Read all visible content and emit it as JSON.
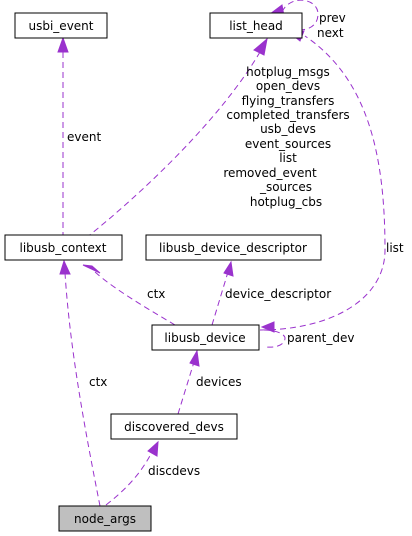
{
  "nodes": {
    "usbi_event": "usbi_event",
    "list_head": "list_head",
    "libusb_context": "libusb_context",
    "libusb_device_descriptor": "libusb_device_descriptor",
    "libusb_device": "libusb_device",
    "discovered_devs": "discovered_devs",
    "node_args": "node_args"
  },
  "edges": {
    "prev_next": [
      "prev",
      "next"
    ],
    "context_to_list_head": [
      "hotplug_msgs",
      "open_devs",
      "flying_transfers",
      "completed_transfers",
      "usb_devs",
      "event_sources",
      "list",
      "removed_event",
      "_sources",
      "hotplug_cbs"
    ],
    "event": "event",
    "device_to_list_head": "list",
    "ctx_device": "ctx",
    "device_descriptor": "device_descriptor",
    "parent_dev": "parent_dev",
    "devices": "devices",
    "ctx_node_args": "ctx",
    "discdevs": "discdevs"
  },
  "colors": {
    "edge": "#9a32cd",
    "node_fill": "#ffffff",
    "highlight_fill": "#bfbfbf"
  }
}
